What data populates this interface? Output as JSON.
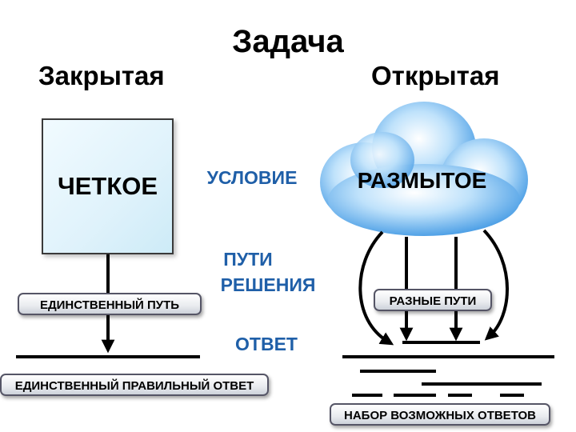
{
  "title": "Задача",
  "closed": {
    "heading": "Закрытая",
    "box_label": "ЧЕТКОЕ",
    "path_label": "ЕДИНСТВЕННЫЙ ПУТЬ",
    "answer_label": "ЕДИНСТВЕННЫЙ ПРАВИЛЬНЫЙ ОТВЕТ"
  },
  "open": {
    "heading": "Открытая",
    "cloud_label": "РАЗМЫТОЕ",
    "path_label": "РАЗНЫЕ ПУТИ",
    "answer_label": "НАБОР ВОЗМОЖНЫХ ОТВЕТОВ"
  },
  "middle": {
    "condition": "УСЛОВИЕ",
    "paths_line1": "ПУТИ",
    "paths_line2": "РЕШЕНИЯ",
    "answer": "ОТВЕТ"
  },
  "colors": {
    "middle_text": "#1f5fa8",
    "cloud_light": "#e6f4ff",
    "cloud_dark": "#2f8ee0",
    "box_fill": "#dff2fb"
  }
}
